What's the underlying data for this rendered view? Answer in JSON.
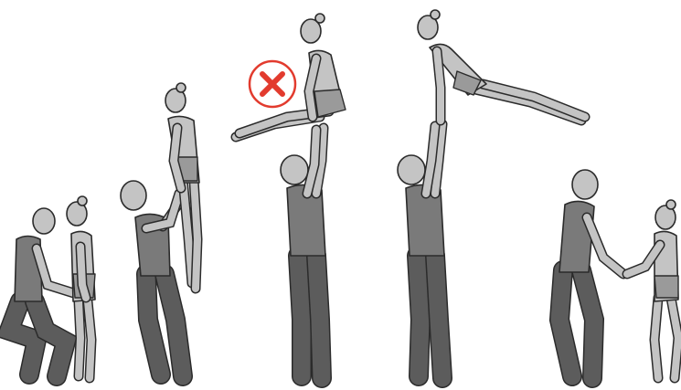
{
  "scene": {
    "figures": [
      {
        "name": "pair-squat-start",
        "role": "base-and-flyer"
      },
      {
        "name": "pair-lift",
        "role": "base-and-flyer"
      },
      {
        "name": "pair-wrong-pike",
        "role": "base-and-flyer",
        "marked_incorrect": true
      },
      {
        "name": "pair-correct-arabesque",
        "role": "base-and-flyer"
      },
      {
        "name": "pair-end-hold",
        "role": "base-and-flyer"
      }
    ]
  },
  "marker": {
    "icon": "cross-icon",
    "color": "#e23b2e"
  },
  "colors": {
    "background": "#ffffff",
    "skin": "#c4c4c4",
    "suit": "#7a7a7a",
    "legs": "#5c5c5c",
    "outline": "#2b2b2b"
  }
}
